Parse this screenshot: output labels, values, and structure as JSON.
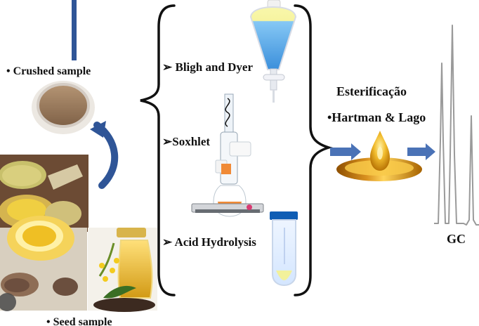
{
  "labels": {
    "crushed_sample": "• Crushed sample",
    "seed_sample": "• Seed sample",
    "bligh_dyer": "➢ Bligh and Dyer",
    "soxhlet": "➢Soxhlet",
    "acid_hydrolysis": "➢ Acid Hydrolysis",
    "esterificacao": "Esterificação",
    "hartman_lago": "•Hartman & Lago",
    "gc": "GC"
  },
  "colors": {
    "line_blue": "#2f5597",
    "arrow_blue": "#4a72b6",
    "powder": "#9b7d5e",
    "oil": "#d7a31f",
    "funnel_blue": "#6fb4ea",
    "funnel_yellow": "#f6ef7d",
    "flask_orange": "#f08a36",
    "gc_line": "#9a9a9a"
  },
  "icons": {
    "list_marker": "arrowhead-bullet",
    "diagram_arrow": "right-arrow",
    "curved_arrow": "curved-arrow"
  }
}
